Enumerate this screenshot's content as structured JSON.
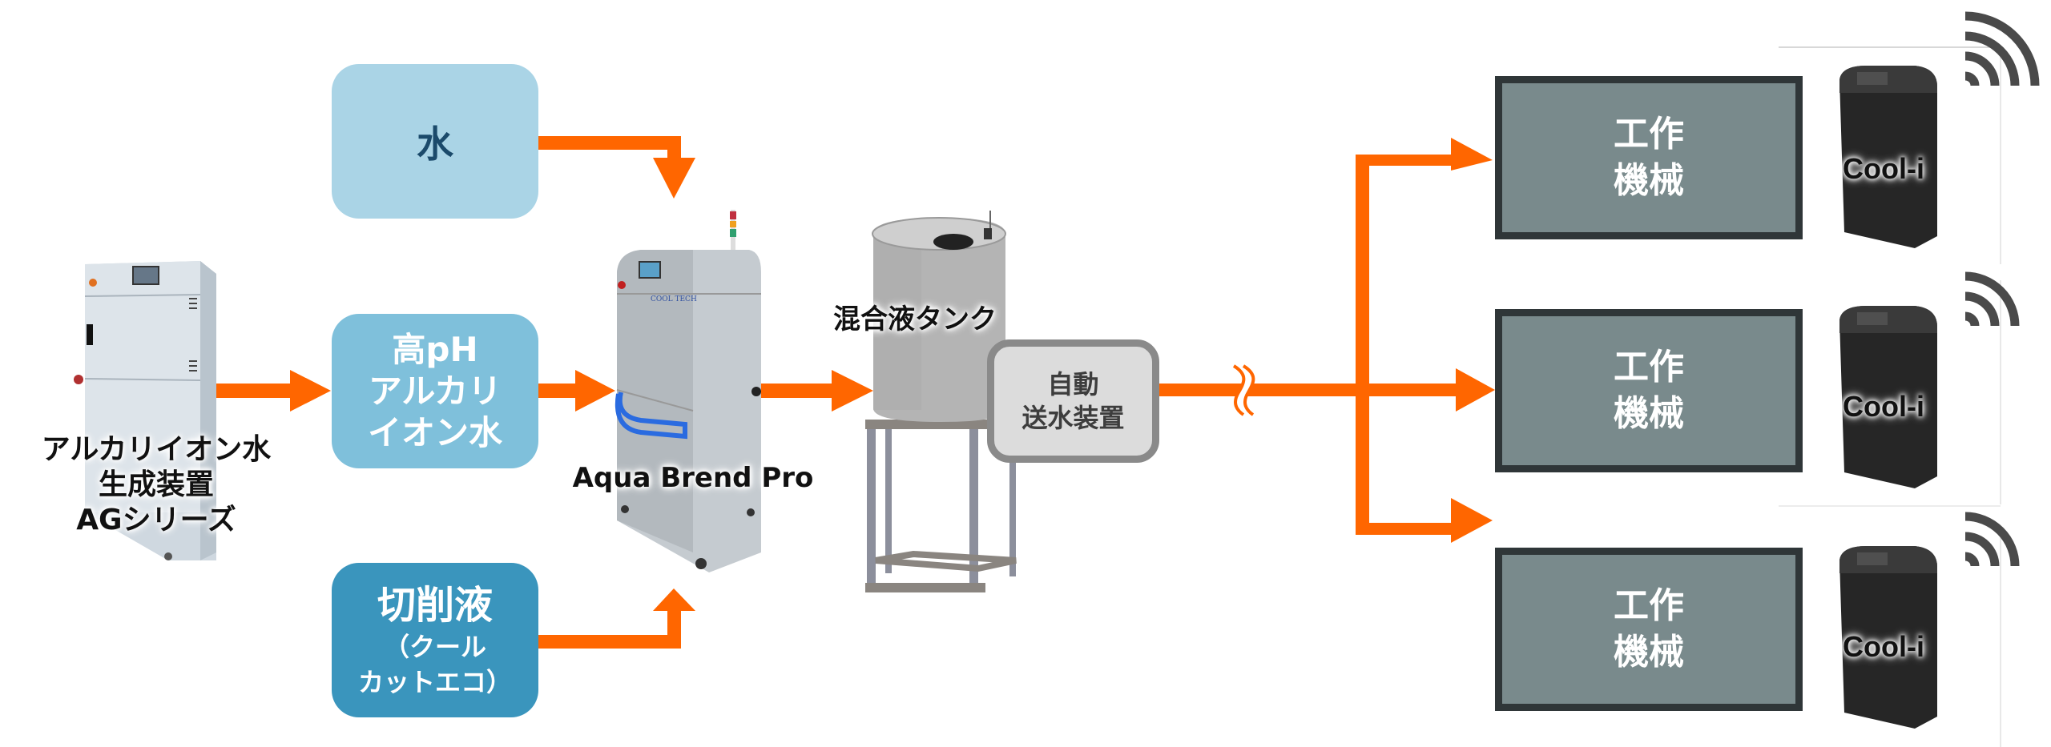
{
  "colors": {
    "arrow": "#ff6600",
    "water_box": "#aad4e6",
    "alkaline_box": "#7fc0db",
    "cutting_fluid_box": "#3a95bd",
    "machine_box_fill": "#798a8c",
    "machine_box_border": "#2f3638",
    "auto_feed_fill": "#dcdcdc",
    "auto_feed_border": "#8a8a8a",
    "wireless_icon": "#4a4a4a"
  },
  "generator": {
    "label_lines": [
      "アルカリイオン水",
      "生成装置",
      "AGシリーズ"
    ]
  },
  "sources": {
    "water": {
      "label": "水"
    },
    "alkaline": {
      "label_lines": [
        "高pH",
        "アルカリ",
        "イオン水"
      ]
    },
    "cutting_fluid": {
      "label": "切削液",
      "sub_lines": [
        "（クール",
        "カットエコ）"
      ]
    }
  },
  "mixer": {
    "label": "Aqua Brend Pro",
    "brand_plate": "COOL TECH"
  },
  "tank": {
    "label": "混合液タンク"
  },
  "auto_feed": {
    "label_lines": [
      "自動",
      "送水装置"
    ]
  },
  "machines": [
    {
      "label_lines": [
        "工作",
        "機械"
      ],
      "device": "Cool-i"
    },
    {
      "label_lines": [
        "工作",
        "機械"
      ],
      "device": "Cool-i"
    },
    {
      "label_lines": [
        "工作",
        "機械"
      ],
      "device": "Cool-i"
    }
  ]
}
